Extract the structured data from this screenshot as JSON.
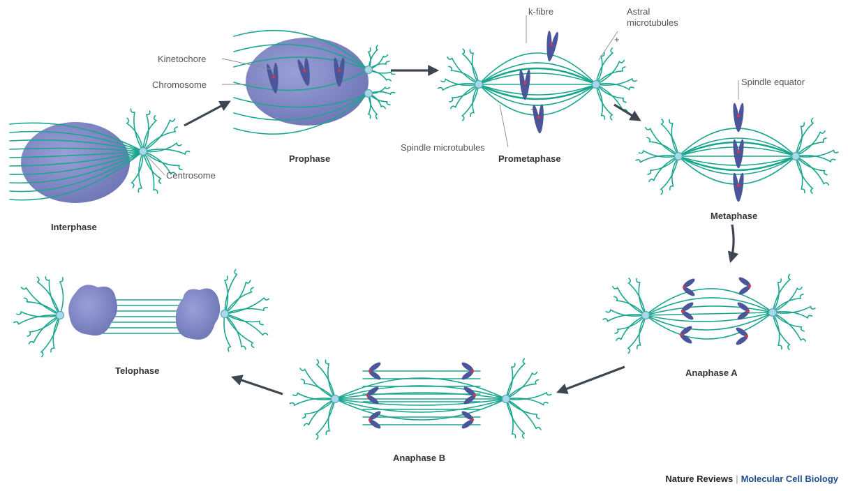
{
  "phases": {
    "interphase": "Interphase",
    "prophase": "Prophase",
    "prometaphase": "Prometaphase",
    "metaphase": "Metaphase",
    "anaphase_a": "Anaphase A",
    "anaphase_b": "Anaphase B",
    "telophase": "Telophase"
  },
  "callouts": {
    "kinetochore": "Kinetochore",
    "chromosome": "Chromosome",
    "centrosome": "Centrosome",
    "k_fibre": "k-fibre",
    "astral_1": "Astral",
    "astral_2": "microtubules",
    "spindle_microtubules": "Spindle microtubules",
    "spindle_equator": "Spindle equator",
    "plus_mark": "+"
  },
  "credit": {
    "journal": "Nature Reviews",
    "section": "Molecular Cell Biology"
  },
  "colors": {
    "microtubule": "#1aa68e",
    "centrosome_fill": "#a8d9e8",
    "nucleus": "#7f86c2",
    "chromosome": "#4a559a",
    "kinetochore": "#cf3b4e",
    "arrow": "#3d4650",
    "credit_journal": "#222222",
    "credit_section": "#1f4f8c"
  }
}
